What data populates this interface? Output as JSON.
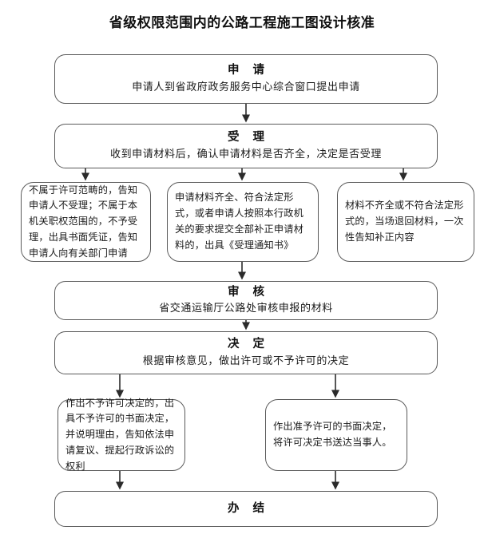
{
  "page": {
    "title": "省级权限范围内的公路工程施工图设计核准",
    "background_color": "#ffffff",
    "line_color": "#5a5a5a",
    "text_color": "#1a1a1a"
  },
  "flow": {
    "apply": {
      "heading": "申 请",
      "body": "申请人到省政府政务服务中心综合窗口提出申请"
    },
    "accept": {
      "heading": "受 理",
      "body": "收到申请材料后，确认申请材料是否齐全，决定是否受理"
    },
    "accept_branches": [
      {
        "id": "not-permitted",
        "body": "不属于许可范畴的，告知申请人不受理；不属于本机关职权范围的，不予受理，出具书面凭证，告知申请人向有关部门申请"
      },
      {
        "id": "materials-complete",
        "body": "申请材料齐全、符合法定形式，或者申请人按照本行政机关的要求提交全部补正申请材料的，出具《受理通知书》"
      },
      {
        "id": "materials-incomplete",
        "body": "材料不齐全或不符合法定形式的，当场退回材料，一次性告知补正内容"
      }
    ],
    "review": {
      "heading": "审 核",
      "body": "省交通运输厅公路处审核申报的材料"
    },
    "decide": {
      "heading": "决 定",
      "body": "根据审核意见，做出许可或不予许可的决定"
    },
    "decide_branches": [
      {
        "id": "deny",
        "body": "作出不予许可决定的，出具不予许可的书面决定，并说明理由，告知依法申请复议、提起行政诉讼的权利"
      },
      {
        "id": "grant",
        "body": "作出准予许可的书面决定，将许可决定书送达当事人。"
      }
    ],
    "complete": {
      "heading": "办 结"
    }
  }
}
